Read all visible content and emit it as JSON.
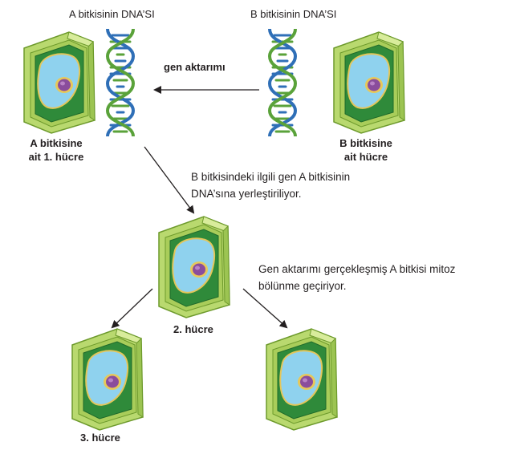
{
  "labels": {
    "dna_a": "A bitkisinin DNA’SI",
    "dna_b": "B bitkisinin DNA’SI",
    "transfer": "gen aktarımı",
    "cell_a_line1": "A bitkisine",
    "cell_a_line2": "ait 1. hücre",
    "cell_b_line1": "B bitkisine",
    "cell_b_line2": "ait hücre",
    "step1_line1": "B bitkisindeki ilgili gen A bitkisinin",
    "step1_line2": "DNA’sına yerleştiriliyor.",
    "step2_line1": "Gen aktarımı gerçekleşmiş A bitkisi mitoz",
    "step2_line2": "bölünme geçiriyor.",
    "cell_2": "2. hücre",
    "cell_3": "3. hücre"
  },
  "colors": {
    "cell_wall": "#b5d56a",
    "cell_wall_dark": "#7fa83a",
    "cytoplasm": "#2f8a3a",
    "vacuole": "#8fd2ee",
    "nucleus": "#8a4d9c",
    "nucleus_rim": "#e7c85a",
    "dna_blue": "#2f6fb7",
    "dna_green": "#5aa23a"
  }
}
